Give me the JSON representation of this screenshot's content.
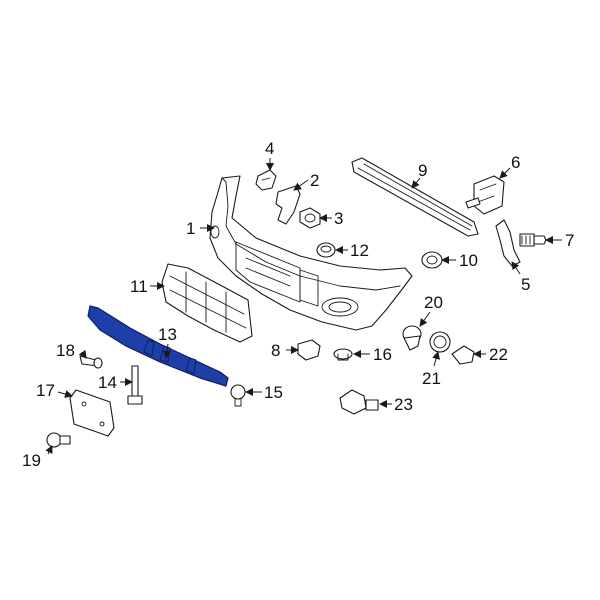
{
  "colors": {
    "line": "#1a1a1a",
    "background": "#ffffff",
    "highlight_fill": "#1f3fa8",
    "highlight_stroke": "#0b1f66"
  },
  "callouts": {
    "c1": "1",
    "c2": "2",
    "c3": "3",
    "c4": "4",
    "c5": "5",
    "c6": "6",
    "c7": "7",
    "c8": "8",
    "c9": "9",
    "c10": "10",
    "c11": "11",
    "c12": "12",
    "c13": "13",
    "c14": "14",
    "c15": "15",
    "c16": "16",
    "c17": "17",
    "c18": "18",
    "c19": "19",
    "c20": "20",
    "c21": "21",
    "c22": "22",
    "c23": "23"
  },
  "highlighted_part": "13"
}
